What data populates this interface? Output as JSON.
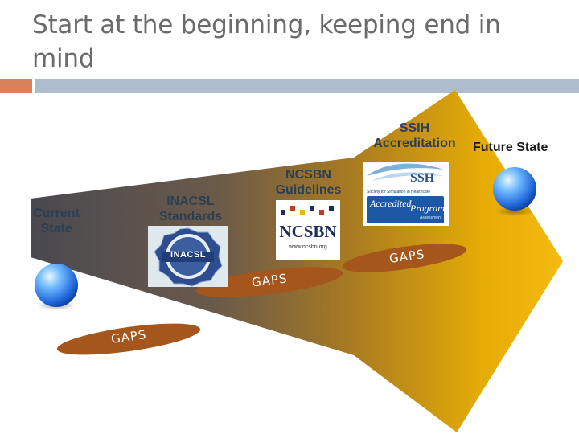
{
  "slide": {
    "title": "Start at the beginning, keeping end in mind"
  },
  "labels": {
    "current_state": "Current State",
    "inacsl_standards": "INACSL Standards",
    "ncsbn_guidelines": "NCSBN Guidelines",
    "ssih_accreditation": "SSIH Accreditation",
    "future_state": "Future State"
  },
  "gaps": {
    "gap_left": "GAPS",
    "gap_middle": "GAPS",
    "gap_right": "GAPS"
  },
  "logos": {
    "inacsl_text": "INACSL",
    "ncsbn_text": "NCSBN",
    "ncsbn_url": "www.ncsbn.org",
    "ssh_text": "SSH",
    "ssh_subtitle": "Society for Simulation in Healthcare",
    "ssh_program_1": "Accredited",
    "ssh_program_2": "Program",
    "ssh_program_3": "Assessment"
  },
  "colors": {
    "arrow_start": "#4d4a4f",
    "arrow_mid": "#8a6a2e",
    "arrow_end": "#f2b600",
    "gap_fill": "#a85a1f",
    "gap_text": "#ffffff",
    "sphere": "#2f6fe0"
  }
}
